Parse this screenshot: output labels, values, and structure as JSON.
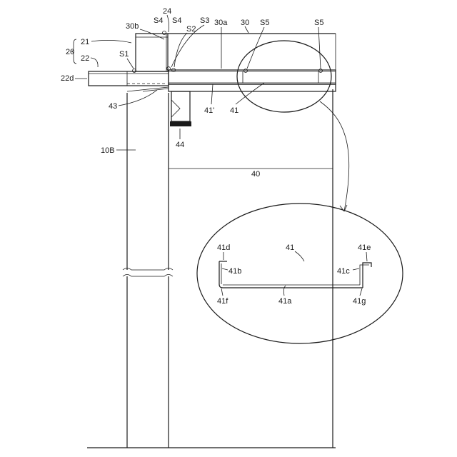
{
  "labels": {
    "l20": "20",
    "l21": "21",
    "l22": "22",
    "l22d": "22d",
    "l30b": "30b",
    "l24": "24",
    "l30": "30",
    "l30a": "30a",
    "s1": "S1",
    "s2": "S2",
    "s3": "S3",
    "s4a": "S4",
    "s4b": "S4",
    "s5a": "S5",
    "s5b": "S5",
    "l43": "43",
    "l41p": "41'",
    "l41": "41",
    "l44": "44",
    "l10b": "10B",
    "l40": "40",
    "d41": "41",
    "d41d": "41d",
    "d41e": "41e",
    "d41b": "41b",
    "d41c": "41c",
    "d41f": "41f",
    "d41a": "41a",
    "d41g": "41g"
  }
}
